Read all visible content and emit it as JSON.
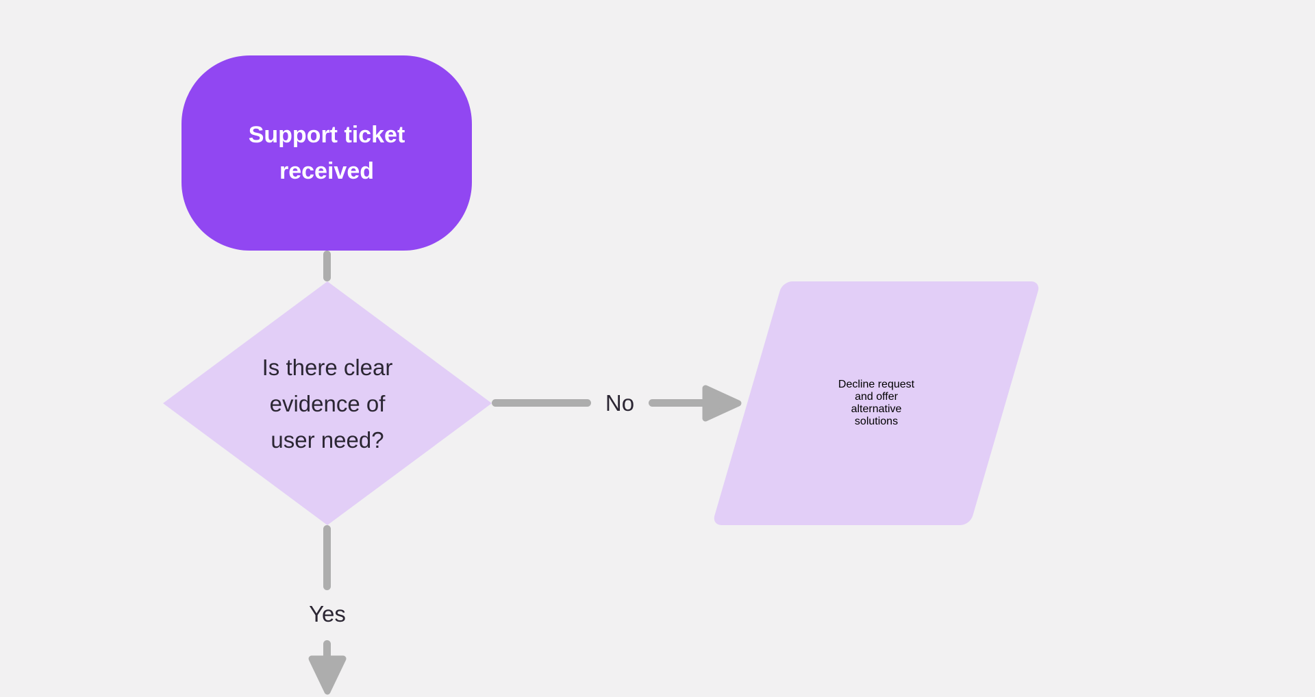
{
  "palette": {
    "background": "#F2F1F2",
    "start_node_fill": "#9147F2",
    "lavender_node_fill": "#E2CEF7",
    "connector_gray": "#ADADAD",
    "dark_text": "#2B2633",
    "light_text": "#FFFFFF"
  },
  "flowchart": {
    "start": {
      "shape": "rounded-rectangle",
      "label": "Support ticket received",
      "lines": [
        "Support ticket",
        "received"
      ]
    },
    "decision": {
      "shape": "diamond",
      "label": "Is there clear evidence of user need?",
      "lines": [
        "Is there clear",
        "evidence of",
        "user need?"
      ]
    },
    "decline": {
      "shape": "parallelogram",
      "label": "Decline request and offer alternative solutions",
      "lines": [
        "Decline request",
        "and offer",
        "alternative",
        "solutions"
      ]
    },
    "edges": {
      "start_to_decision": {
        "label": ""
      },
      "decision_no": {
        "label": "No",
        "to": "decline"
      },
      "decision_yes": {
        "label": "Yes",
        "to": "offscreen-bottom"
      }
    }
  }
}
